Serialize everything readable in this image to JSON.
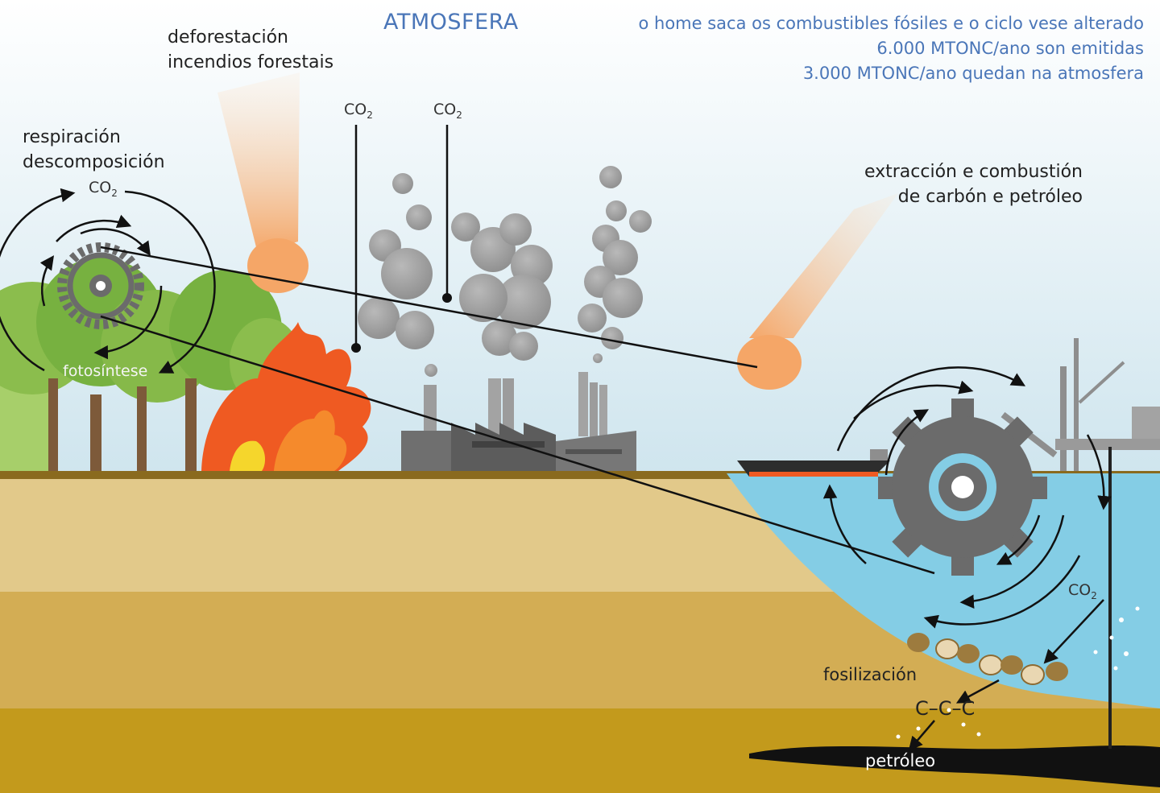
{
  "title": "ATMOSFERA",
  "info_lines": [
    "o home saca os combustibles fósiles e o ciclo vese alterado",
    "6.000 MTONC/ano son emitidas",
    "3.000 MTONC/ano quedan na atmosfera"
  ],
  "labels": {
    "deforestation_1": "deforestación",
    "deforestation_2": "incendios forestais",
    "respiration_1": "respiración",
    "respiration_2": "descomposición",
    "extraction_1": "extracción e combustión",
    "extraction_2": "de carbón e petróleo",
    "photosynthesis": "fotosíntese",
    "fossilization": "fosilización",
    "carbon_chain": "C–C–C",
    "oil": "petróleo"
  },
  "co2": {
    "base": "CO",
    "sub": "2"
  },
  "colors": {
    "sky_top": "#ffffff",
    "sky_bottom": "#d2e7ef",
    "ground_top": "#e2c98a",
    "ground_mid": "#d3ad54",
    "ground_deep": "#c39a1c",
    "sea": "#84cde5",
    "smoke": "#9a9a9a",
    "gear": "#6b6b6b",
    "tree": "#77b140",
    "fire": "#ef5a22",
    "title_blue": "#4a76b8"
  },
  "icons": [
    "small-gear-icon",
    "large-gear-icon",
    "hand-icon",
    "factory-icon",
    "oil-platform-icon",
    "ship-icon",
    "fossil-shell-icon"
  ]
}
